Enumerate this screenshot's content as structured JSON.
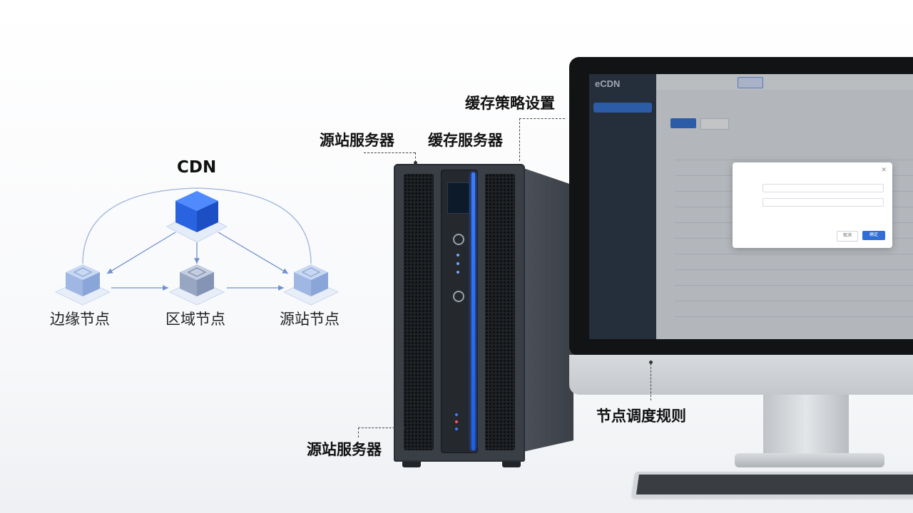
{
  "diagram": {
    "title": "CDN",
    "nodes": {
      "edge": "边缘节点",
      "region": "区域节点",
      "origin": "源站节点"
    },
    "colors": {
      "cdn_cube": "#2f6df6",
      "node_cube": "#a9c1e8",
      "arrow": "#6e8fd0"
    }
  },
  "callouts": {
    "origin_server_top": "源站服务器",
    "cache_server": "缓存服务器",
    "cache_policy": "缓存策略设置",
    "node_scheduling": "节点调度规则",
    "origin_server_bottom": "源站服务器"
  },
  "monitor_app": {
    "brand": "eCDN",
    "modal_buttons": [
      "取消",
      "确定"
    ]
  }
}
